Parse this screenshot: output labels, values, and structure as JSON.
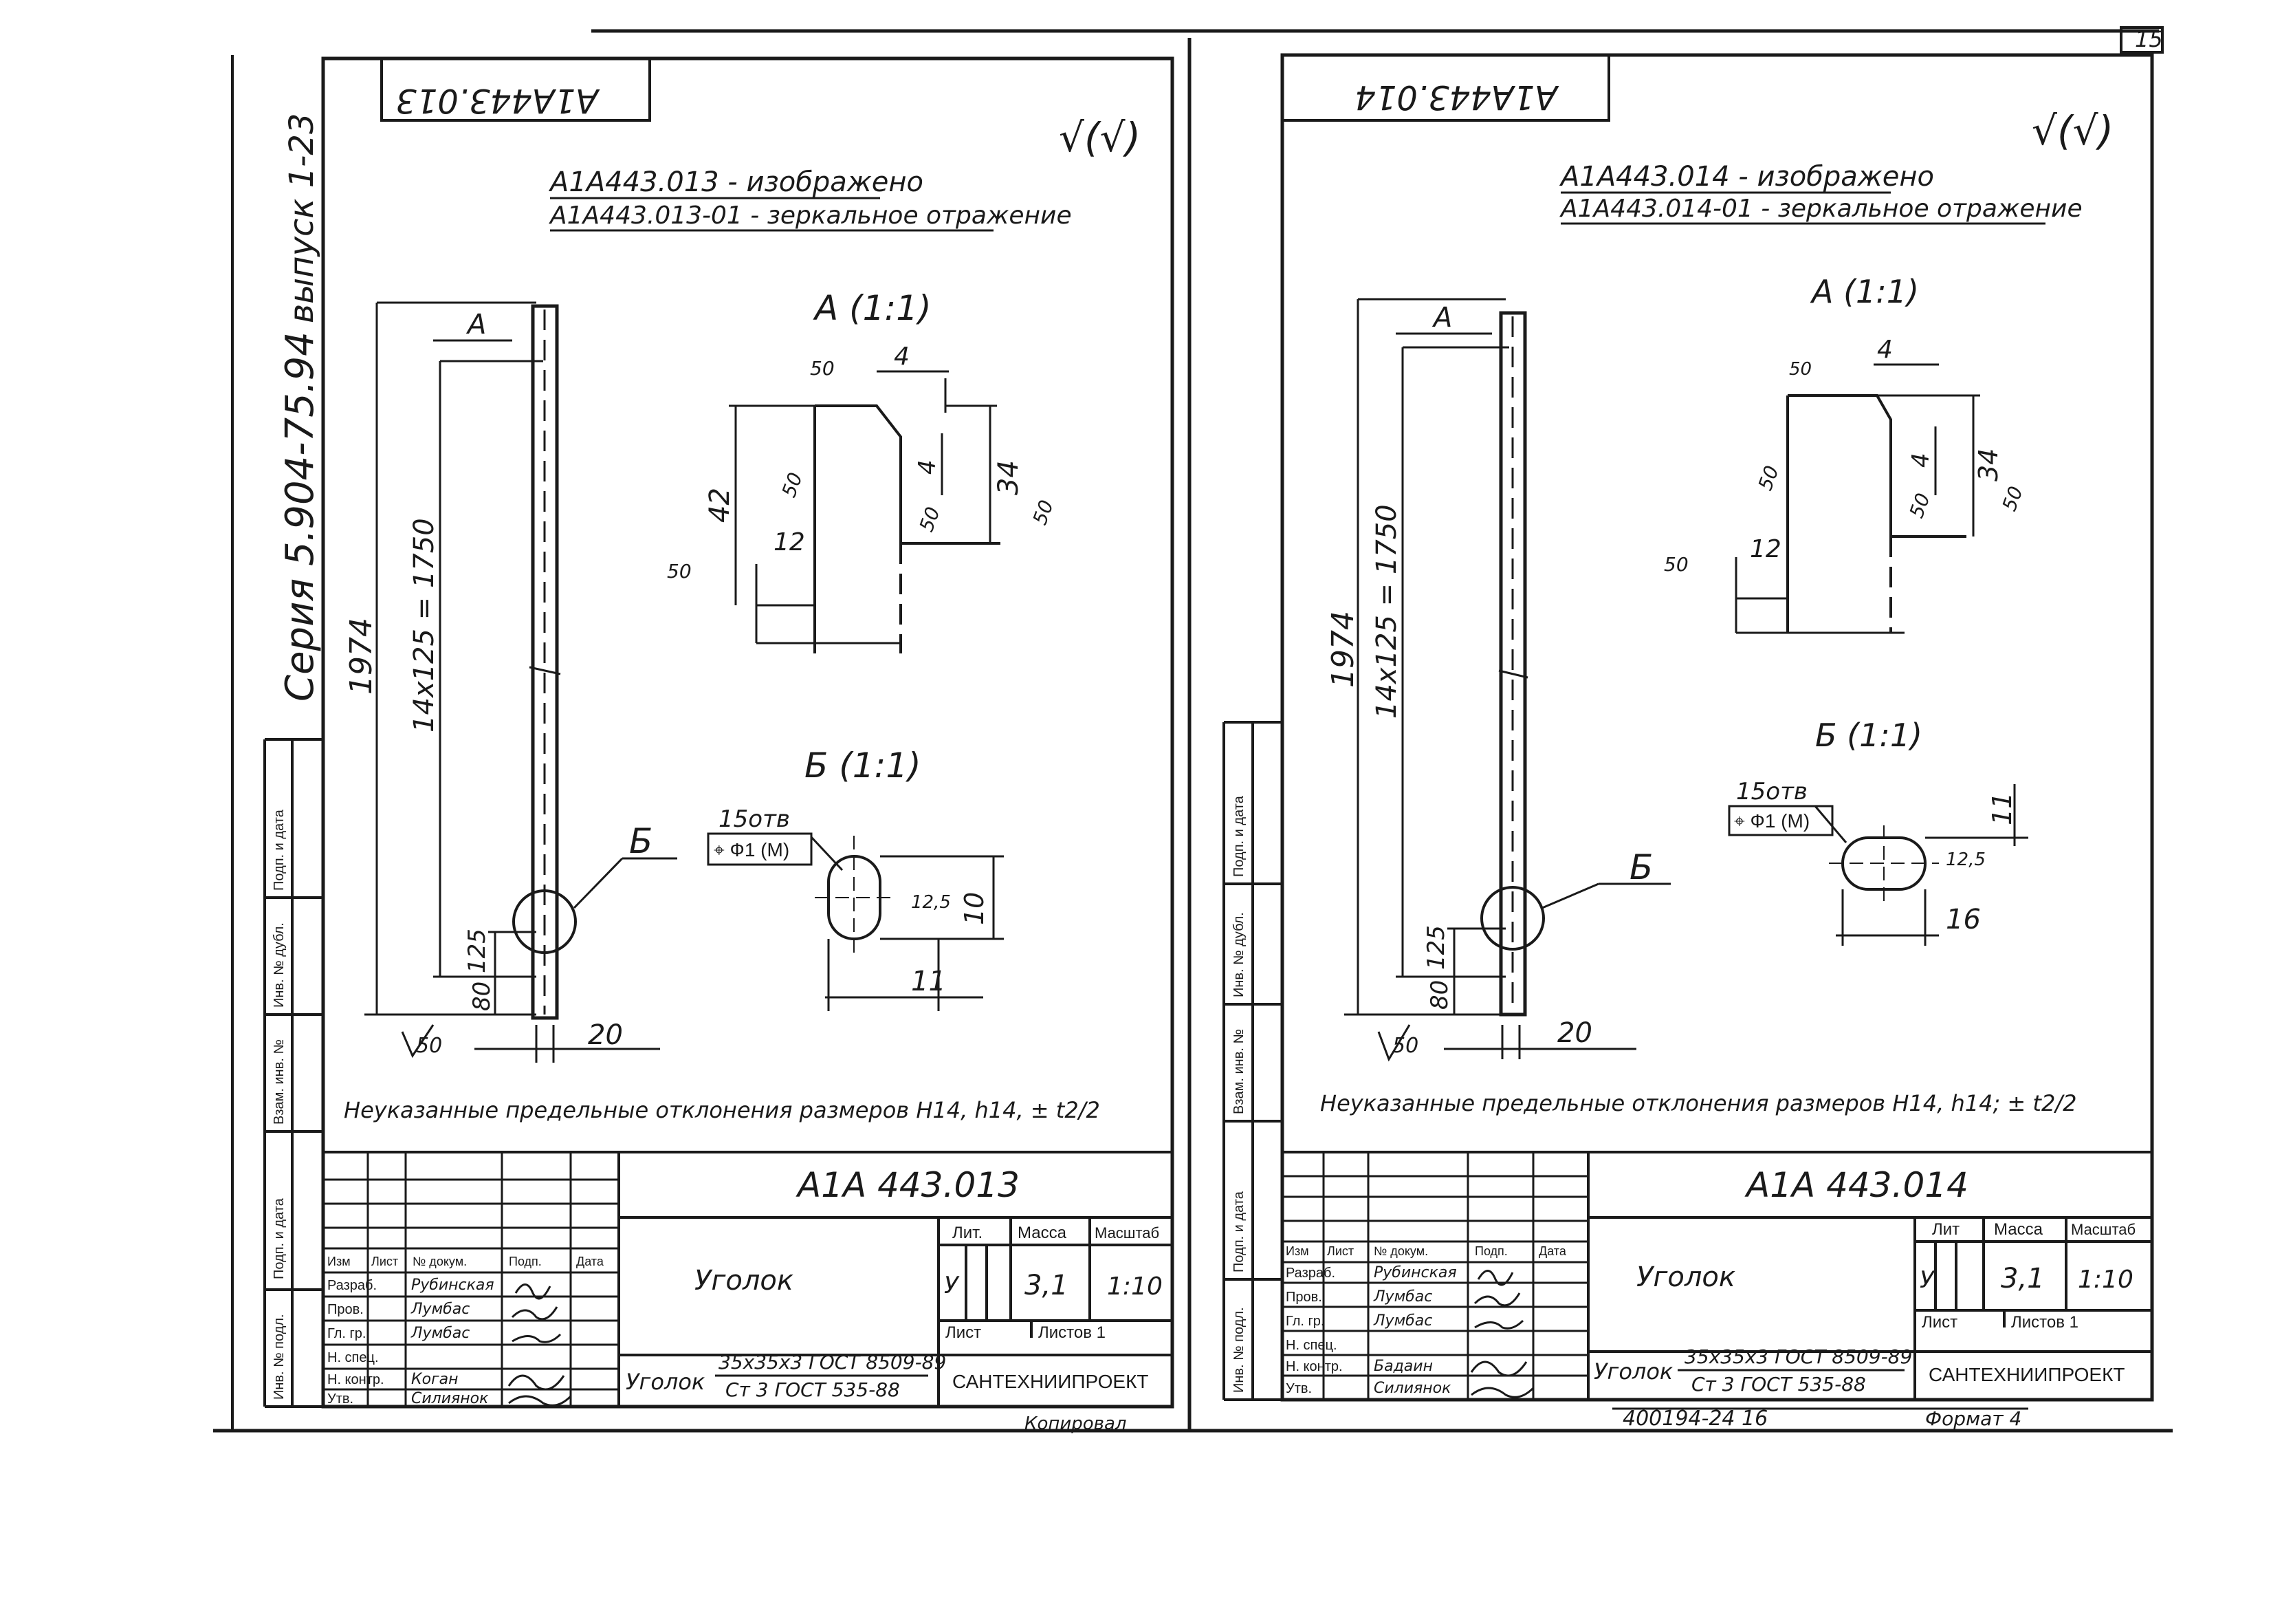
{
  "page": {
    "sheet_number": "15",
    "series": "Серия 5.904-75.94",
    "issue": "выпуск 1-23",
    "format_label": "Формат 4"
  },
  "left_sheet": {
    "mirror_code": "А1А443.013",
    "roughness_mark": "√(√)",
    "note_line1": "А1А443.013 - изображено",
    "note_line2": "А1А443.013-01 - зеркальное отражение",
    "view_a_label": "А (1:1)",
    "view_b_label": "Б (1:1)",
    "marker_a": "А",
    "marker_b": "Б",
    "dims": {
      "total_length": "1974",
      "pitch": "14x125 = 1750",
      "end_125": "125",
      "end_80": "80",
      "flange_20": "20",
      "rough_50": "50",
      "a_4": "4",
      "a_42": "42",
      "a_34": "34",
      "a_4b": "4",
      "a_12": "12",
      "a_r50_1": "50",
      "a_r50_2": "50",
      "a_r50_3": "50",
      "a_r50_4": "50",
      "b_holes": "15отв",
      "b_tol": "⌖ Ф1 (М)",
      "b_125": "12,5",
      "b_10": "10",
      "b_11": "11"
    },
    "tolerance_note": "Неуказанные предельные отклонения размеров Н14, h14, ± t2/2",
    "title_block": {
      "designation": "А1А 443.013",
      "name": "Уголок",
      "material_top": "35х35х3 ГОСТ 8509-89",
      "material_bottom": "Ст 3 ГОСТ 535-88",
      "material_prefix": "Уголок",
      "organization": "САНТЕХНИИПРОЕКТ",
      "lit_header": "Лит.",
      "mass_header": "Масса",
      "scale_header": "Масштаб",
      "lit_value": "У",
      "mass_value": "3,1",
      "scale_value": "1:10",
      "sheet_label": "Лист",
      "sheets_label": "Листов 1",
      "col_headers": [
        "Изм",
        "Лист",
        "№ докум.",
        "Подп.",
        "Дата"
      ],
      "rows": [
        [
          "Разраб.",
          "Рубинская"
        ],
        [
          "Пров.",
          "Лумбас"
        ],
        [
          "Гл. гр.",
          "Лумбас"
        ],
        [
          "Н. спец.",
          ""
        ],
        [
          "Н. контр.",
          "Коган"
        ],
        [
          "Утв.",
          "Силиянок"
        ]
      ]
    },
    "left_margin_cells": [
      "Инв. № подл.",
      "Подп. и дата",
      "Взам. инв. №",
      "Инв. № дубл.",
      "Подп. и дата"
    ],
    "bottom_note": "Копировал"
  },
  "right_sheet": {
    "mirror_code": "А1А443.014",
    "roughness_mark": "√(√)",
    "note_line1": "А1А443.014 - изображено",
    "note_line2": "А1А443.014-01 - зеркальное отражение",
    "view_a_label": "А (1:1)",
    "view_b_label": "Б (1:1)",
    "marker_a": "А",
    "marker_b": "Б",
    "dims": {
      "total_length": "1974",
      "pitch": "14x125 = 1750",
      "end_125": "125",
      "end_80": "80",
      "flange_20": "20",
      "rough_50": "50",
      "a_4": "4",
      "a_34": "34",
      "a_4b": "4",
      "a_12": "12",
      "a_r50_1": "50",
      "a_r50_2": "50",
      "a_r50_3": "50",
      "a_r50_4": "50",
      "b_holes": "15отв",
      "b_tol": "⌖ Ф1 (М)",
      "b_125": "12,5",
      "b_11": "11",
      "b_16": "16"
    },
    "tolerance_note": "Неуказанные предельные отклонения размеров Н14, h14; ± t2/2",
    "title_block": {
      "designation": "А1А 443.014",
      "name": "Уголок",
      "material_top": "35х35х3 ГОСТ 8509-89",
      "material_bottom": "Ст 3 ГОСТ 535-88",
      "material_prefix": "Уголок",
      "organization": "САНТЕХНИИПРОЕКТ",
      "lit_header": "Лит",
      "mass_header": "Масса",
      "scale_header": "Масштаб",
      "lit_value": "У",
      "mass_value": "3,1",
      "scale_value": "1:10",
      "sheet_label": "Лист",
      "sheets_label": "Листов 1",
      "col_headers": [
        "Изм",
        "Лист",
        "№ докум.",
        "Подп.",
        "Дата"
      ],
      "rows": [
        [
          "Разраб.",
          "Рубинская"
        ],
        [
          "Пров.",
          "Лумбас"
        ],
        [
          "Гл. гр.",
          "Лумбас"
        ],
        [
          "Н. спец.",
          ""
        ],
        [
          "Н. контр.",
          "Бадаин"
        ],
        [
          "Утв.",
          "Силиянок"
        ]
      ]
    },
    "left_margin_cells": [
      "Инв. № подл.",
      "Подп. и дата",
      "Взам. инв. №",
      "Инв. № дубл.",
      "Подп. и дата"
    ],
    "bottom_note": "400194-24 16"
  }
}
